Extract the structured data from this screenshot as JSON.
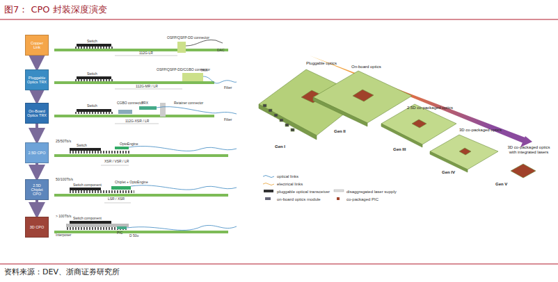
{
  "diagram": {
    "title": "图7： CPO 封装深度演变",
    "caption": "资料来源：DEV、浙商证券研究所",
    "nodes": [
      {
        "text": [
          "Copper Link"
        ]
      },
      {
        "text": [
          "Pluggable Optics TRX"
        ]
      },
      {
        "text": [
          "On-Board Optics TRX"
        ]
      },
      {
        "text": [
          "2.5D CPO"
        ]
      },
      {
        "text": [
          "2.5D Chiplet CPO"
        ]
      },
      {
        "text": [
          "3D CPO"
        ]
      }
    ],
    "edges": [
      {
        "from": 0,
        "to": 1,
        "arrow": "to"
      },
      {
        "from": 1,
        "to": 2,
        "arrow": "to"
      },
      {
        "from": 2,
        "to": 3,
        "arrow": "to"
      },
      {
        "from": 3,
        "to": 4,
        "arrow": "to"
      },
      {
        "from": 4,
        "to": 5,
        "arrow": "to"
      }
    ],
    "labels": [
      "Switch",
      "OSFP/QSFP-DD connector",
      "DAC",
      "112G-LR",
      "Switch",
      "OSFP/QSFP-DD/CGBO connector",
      "TRX",
      "Fiber",
      "112G-MR / LR",
      "Switch",
      "CGBO connector",
      "TRX",
      "Retainer connector",
      "Fiber",
      "112G-XSR / LR",
      "25/50Tb/s",
      "Switch",
      "OptoEngine",
      "XSR / VSR / LR",
      "50/100Tb/s",
      "Switch component",
      "Chiplet + OptoEngine",
      "LSR / XSR",
      "> 100Tb/s",
      "Interposer",
      "Switch component",
      "PIC",
      "D 50u",
      "Pluggable optics",
      "On-board optics",
      "2.5D co-packaged optics",
      "3D co-packaged optics",
      "3D co-packaged optics with integrated lasers",
      "Gen I",
      "Gen II",
      "Gen III",
      "Gen IV",
      "Gen V"
    ],
    "legend": [
      {
        "text": "optical links"
      },
      {
        "text": "electrical links"
      },
      {
        "text": "pluggable optical transceiver"
      },
      {
        "text": "on-board optics module"
      },
      {
        "text": "disaggregated laser supply"
      },
      {
        "text": "co-packaged PIC"
      }
    ]
  }
}
